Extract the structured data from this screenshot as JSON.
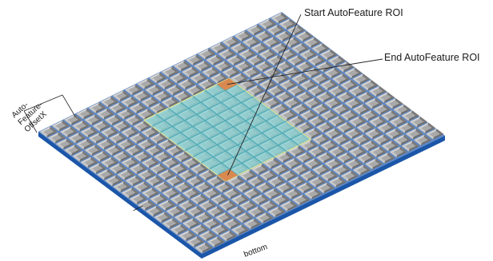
{
  "labels": {
    "start_roi": "Start AutoFeature ROI",
    "end_roi": "End AutoFeature ROI",
    "offset_line1": "Auto-",
    "offset_line2": "Feature-",
    "offset_line3": "OffsetX",
    "bottom": "bottom"
  },
  "grid": {
    "cells": 20
  },
  "roi": {
    "col_start": 6,
    "col_end": 13,
    "row_start": 4,
    "row_end": 14
  },
  "colors": {
    "cell_face": "#a9a9a9",
    "cell_highlight": "#d4d4d4",
    "cell_shadow": "#6e6e6e",
    "base_top": "#5b86c6",
    "base_side": "#1b56a8",
    "roi_fill": "#8fd3d6",
    "roi_border": "#e6e890",
    "roi_corner": "#d9894f",
    "leader": "#222222"
  }
}
